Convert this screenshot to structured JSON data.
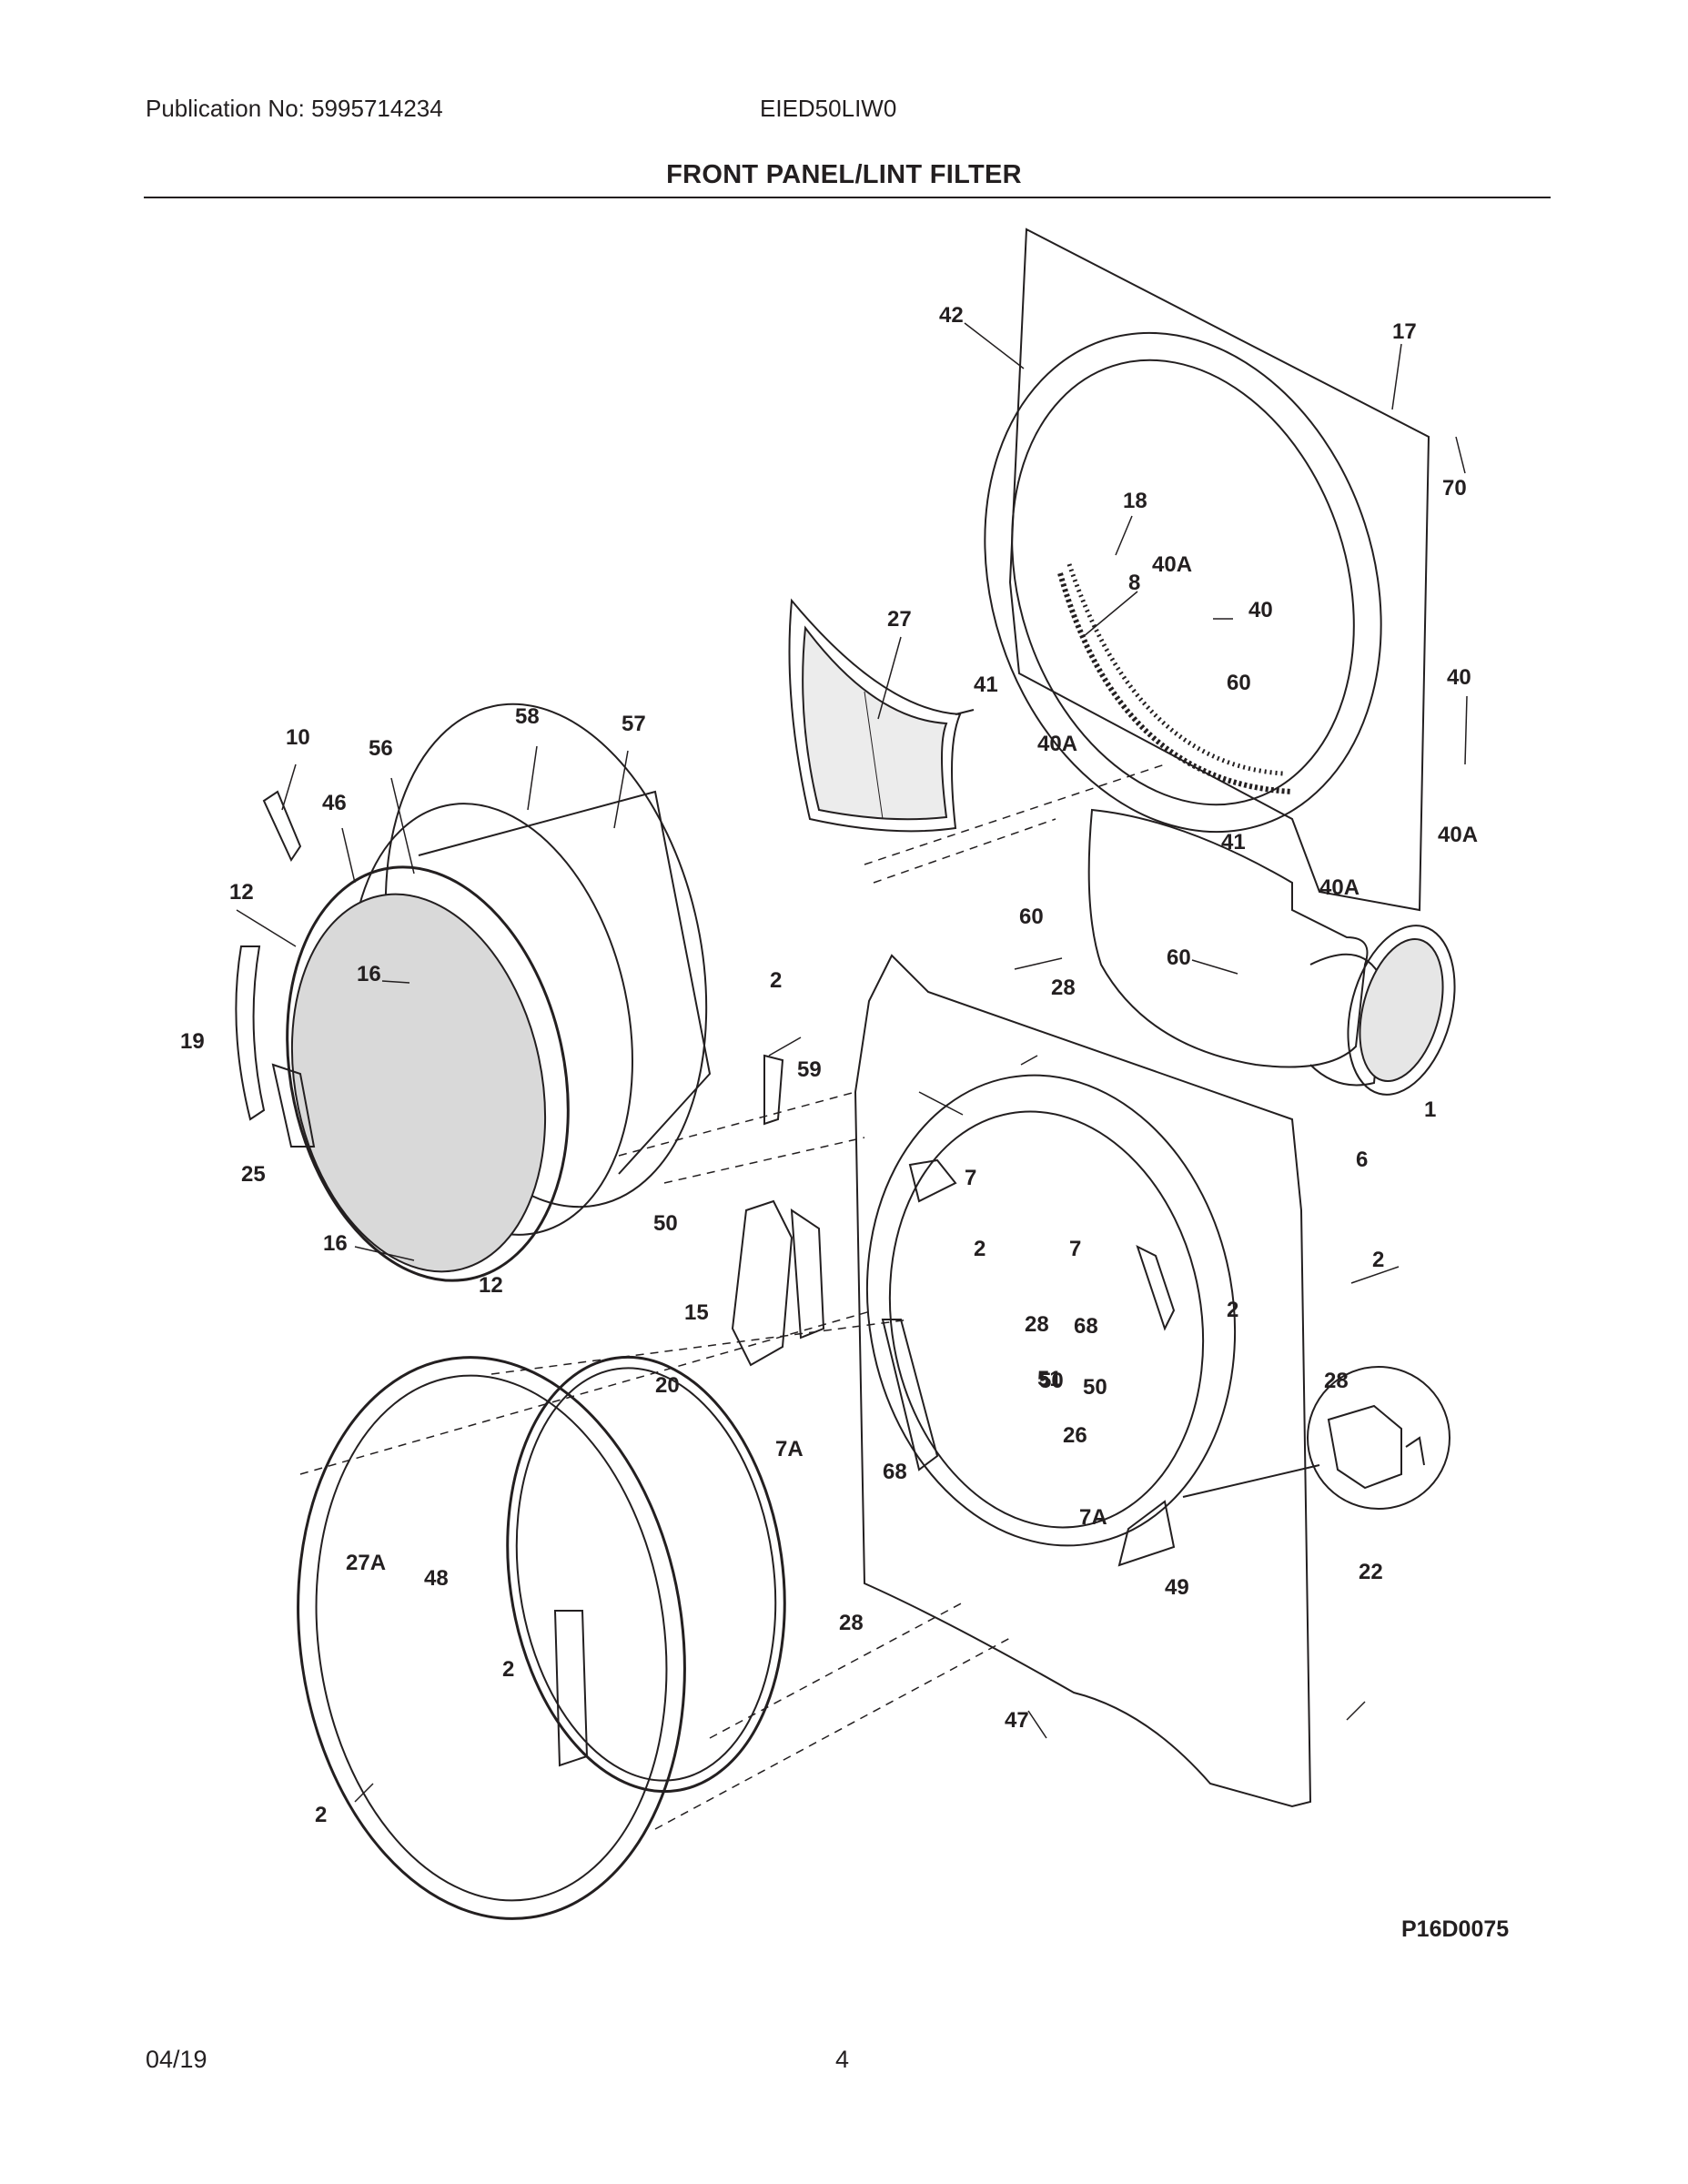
{
  "header": {
    "publication": "Publication No: 5995714234",
    "model": "EIED50LIW0",
    "title": "FRONT PANEL/LINT FILTER"
  },
  "diagram": {
    "figure_code": "P16D0075",
    "callouts": [
      "42",
      "17",
      "70",
      "18",
      "40A",
      "8",
      "40",
      "27",
      "41",
      "40A",
      "60",
      "40",
      "40A",
      "41",
      "40A",
      "10",
      "56",
      "58",
      "57",
      "46",
      "12",
      "16",
      "19",
      "25",
      "16",
      "12",
      "60",
      "60",
      "2",
      "28",
      "1",
      "6",
      "59",
      "7",
      "50",
      "15",
      "2",
      "7",
      "28",
      "2",
      "68",
      "51",
      "50",
      "26",
      "28",
      "2",
      "50",
      "20",
      "7A",
      "68",
      "7A",
      "49",
      "27A",
      "48",
      "2",
      "28",
      "22",
      "47",
      "2"
    ]
  },
  "footer": {
    "date": "04/19",
    "page": "4"
  }
}
